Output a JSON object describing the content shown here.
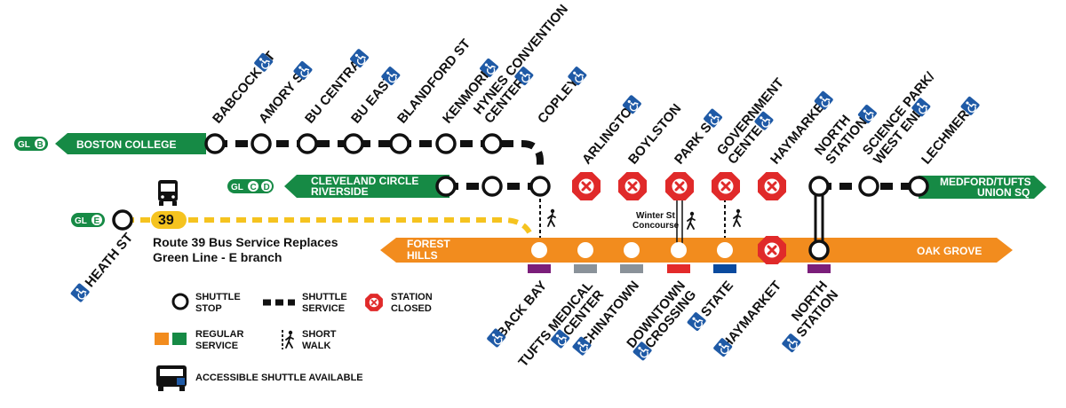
{
  "colors": {
    "green": "#168a45",
    "orange": "#f28c1e",
    "yellow": "#f5c31f",
    "closed": "#e02a2a",
    "access": "#1f5aa6",
    "black": "#111111"
  },
  "branches": {
    "b": {
      "badge_line": "GL",
      "badge_letter": "B",
      "terminal": "BOSTON COLLEGE"
    },
    "cd": {
      "badge_line": "GL",
      "badge_letters": [
        "C",
        "D"
      ],
      "terminal_line1": "CLEVELAND CIRCLE",
      "terminal_line2": "RIVERSIDE"
    },
    "e": {
      "badge_line": "GL",
      "badge_letter": "E"
    },
    "north": {
      "terminal_line1": "MEDFORD/TUFTS",
      "terminal_line2": "UNION SQ"
    },
    "orange": {
      "left_line1": "FOREST",
      "left_line2": "HILLS",
      "right": "OAK GROVE"
    }
  },
  "green_stations": [
    {
      "name": "BABCOCK ST",
      "line2": "",
      "accessible": true
    },
    {
      "name": "AMORY ST",
      "line2": "",
      "accessible": true
    },
    {
      "name": "BU CENTRAL",
      "line2": "",
      "accessible": true
    },
    {
      "name": "BU EAST",
      "line2": "",
      "accessible": true
    },
    {
      "name": "BLANDFORD ST",
      "line2": "",
      "accessible": true
    },
    {
      "name": "KENMORE",
      "line2": "",
      "accessible": true
    },
    {
      "name": "HYNES CONVENTION",
      "line2": "CENTER",
      "accessible": true
    },
    {
      "name": "COPLEY",
      "line2": "",
      "accessible": true
    },
    {
      "name": "ARLINGTON",
      "line2": "",
      "accessible": true,
      "closed": true
    },
    {
      "name": "BOYLSTON",
      "line2": "",
      "accessible": false,
      "closed": true
    },
    {
      "name": "PARK ST",
      "line2": "",
      "accessible": true,
      "closed": true
    },
    {
      "name": "GOVERNMENT",
      "line2": "CENTER",
      "accessible": true,
      "closed": true
    },
    {
      "name": "HAYMARKET",
      "line2": "",
      "accessible": true,
      "closed": true
    },
    {
      "name": "NORTH",
      "line2": "STATION",
      "accessible": true
    },
    {
      "name": "SCIENCE PARK/",
      "line2": "WEST END",
      "accessible": true
    },
    {
      "name": "LECHMERE",
      "line2": "",
      "accessible": true
    }
  ],
  "orange_stations": [
    {
      "name": "BACK BAY",
      "line2": "",
      "accessible": true,
      "color": "#7b1e7a"
    },
    {
      "name": "TUFTS MEDICAL",
      "line2": "CENTER",
      "accessible": true,
      "color": "#8a9299"
    },
    {
      "name": "CHINATOWN",
      "line2": "",
      "accessible": true,
      "color": "#8a9299"
    },
    {
      "name": "DOWNTOWN",
      "line2": "CROSSING",
      "accessible": true,
      "color": "#e32a2a"
    },
    {
      "name": "STATE",
      "line2": "",
      "accessible": true,
      "color": "#0a4a9e"
    },
    {
      "name": "HAYMARKET",
      "line2": "",
      "accessible": true,
      "closed": true
    },
    {
      "name": "NORTH",
      "line2": "STATION",
      "accessible": true,
      "color": "#7b1e7a"
    }
  ],
  "heath_st": {
    "name": "HEATH ST",
    "accessible": true
  },
  "bus": {
    "route_number": "39",
    "note_line1": "Route 39 Bus Service Replaces",
    "note_line2": "Green Line - E branch"
  },
  "winter_st": {
    "line1": "Winter St",
    "line2": "Concourse"
  },
  "legend": {
    "shuttle_stop_1": "SHUTTLE",
    "shuttle_stop_2": "STOP",
    "shuttle_service_1": "SHUTTLE",
    "shuttle_service_2": "SERVICE",
    "station_closed_1": "STATION",
    "station_closed_2": "CLOSED",
    "regular_service_1": "REGULAR",
    "regular_service_2": "SERVICE",
    "short_walk_1": "SHORT",
    "short_walk_2": "WALK",
    "accessible_shuttle": "ACCESSIBLE SHUTTLE AVAILABLE"
  }
}
